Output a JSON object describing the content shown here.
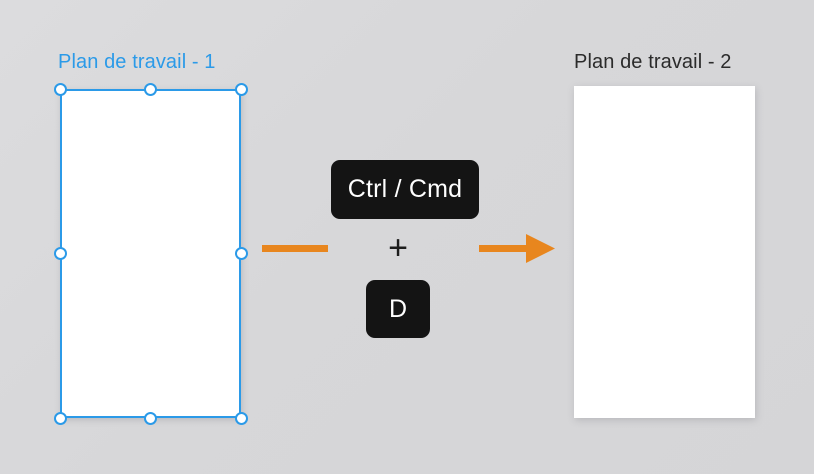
{
  "canvas": {
    "background_color": "#d8d8da"
  },
  "artboards": [
    {
      "label": "Plan de travail - 1",
      "label_color": "#2b9ae8",
      "selected": true,
      "fill_color": "#ffffff",
      "selection_color": "#2b9ae8",
      "handles": [
        "top-left",
        "top-center",
        "top-right",
        "middle-left",
        "middle-right",
        "bottom-left",
        "bottom-center",
        "bottom-right"
      ]
    },
    {
      "label": "Plan de travail - 2",
      "label_color": "#2b2b2b",
      "selected": false,
      "fill_color": "#ffffff"
    }
  ],
  "connectors": {
    "accent_color": "#e8861e",
    "left_segment": "line",
    "right_segment": "arrow-right"
  },
  "shortcut": {
    "modifier_key": "Ctrl / Cmd",
    "separator": "+",
    "action_key": "D",
    "key_background": "#141414",
    "key_text_color": "#ffffff"
  }
}
